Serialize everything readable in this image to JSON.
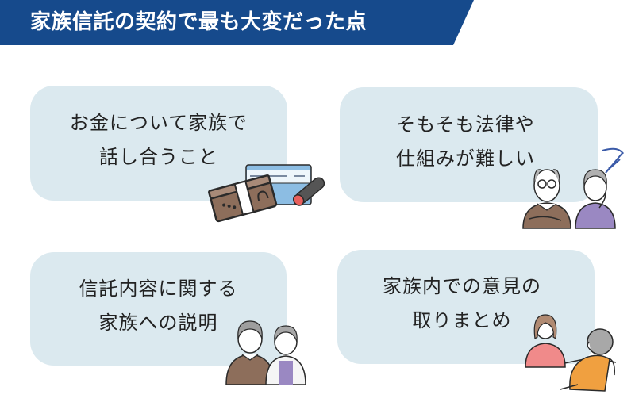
{
  "header": {
    "title": "家族信託の契約で最も大変だった点",
    "background_color": "#164a8c",
    "text_color": "#ffffff"
  },
  "cards": [
    {
      "lines": [
        "お金について家族で",
        "話し合うこと"
      ],
      "illustration": "money-bundle-and-bankbook-icon"
    },
    {
      "lines": [
        "そもそも法律や",
        "仕組みが難しい"
      ],
      "illustration": "confused-elderly-couple-icon"
    },
    {
      "lines": [
        "信託内容に関する",
        "家族への説明"
      ],
      "illustration": "elderly-couple-icon"
    },
    {
      "lines": [
        "家族内での意見の",
        "取りまとめ"
      ],
      "illustration": "family-discussion-icon"
    }
  ],
  "colors": {
    "card_background": "#dbe9ef",
    "text": "#222222"
  }
}
